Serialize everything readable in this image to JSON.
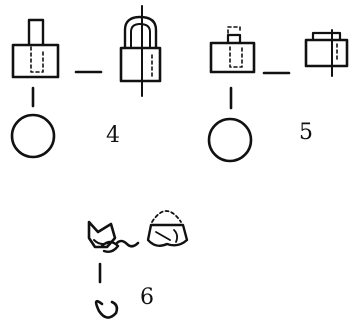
{
  "figures": [
    {
      "label": "4"
    },
    {
      "label": "5"
    },
    {
      "label": "6"
    }
  ],
  "colors": {
    "ink": "#111111",
    "background": "#ffffff"
  }
}
